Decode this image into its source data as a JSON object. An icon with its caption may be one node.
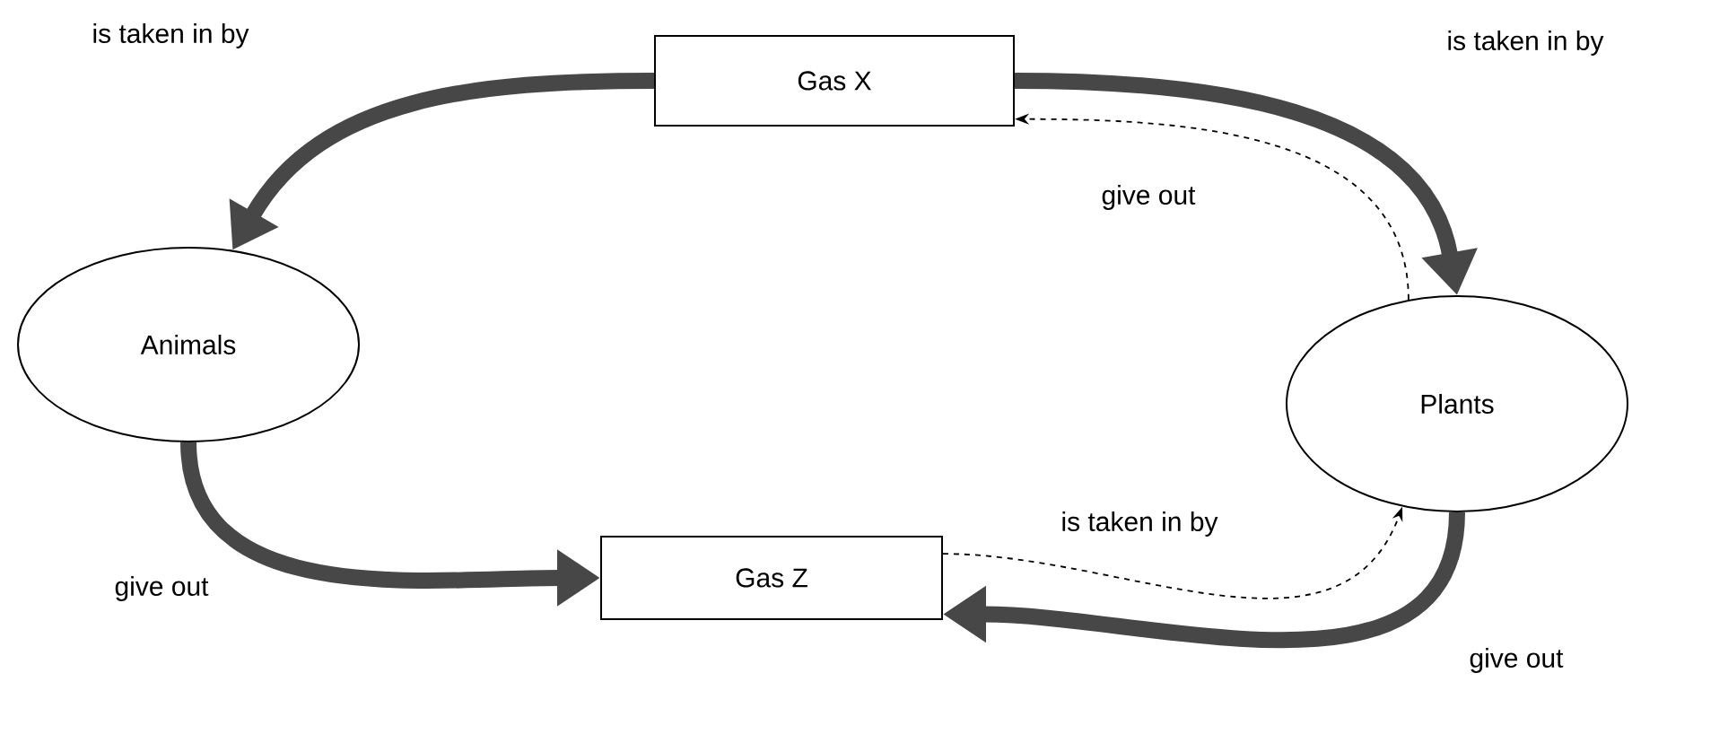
{
  "diagram": {
    "nodes": [
      {
        "text": [
          "Gas X"
        ]
      },
      {
        "text": [
          "Animals"
        ]
      },
      {
        "text": [
          "Plants"
        ]
      },
      {
        "text": [
          "Gas Z"
        ]
      }
    ],
    "edges": [
      {
        "from": 0,
        "to": 1,
        "arrow": "to",
        "label": "is taken in by"
      },
      {
        "from": 0,
        "to": 2,
        "arrow": "to",
        "label": "is taken in by"
      },
      {
        "from": 2,
        "to": 0,
        "arrow": "to",
        "label": "give out",
        "style": "dashed"
      },
      {
        "from": 1,
        "to": 3,
        "arrow": "to",
        "label": "give out"
      },
      {
        "from": 3,
        "to": 2,
        "arrow": "to",
        "label": "is taken in by",
        "style": "dashed"
      },
      {
        "from": 2,
        "to": 3,
        "arrow": "to",
        "label": "give out"
      }
    ]
  }
}
